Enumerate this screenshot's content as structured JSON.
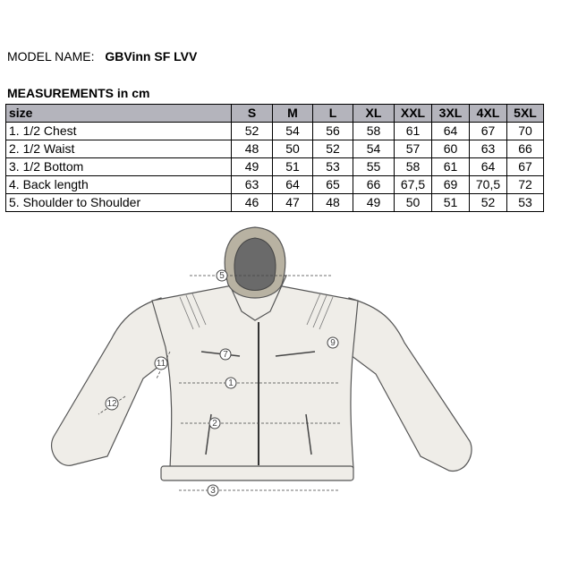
{
  "model": {
    "label": "MODEL NAME:",
    "value": "GBVinn SF LVV"
  },
  "measurements_title": "MEASUREMENTS in cm",
  "table": {
    "header": [
      "size",
      "S",
      "M",
      "L",
      "XL",
      "XXL",
      "3XL",
      "4XL",
      "5XL"
    ],
    "rows": [
      [
        "1. 1/2 Chest",
        "52",
        "54",
        "56",
        "58",
        "61",
        "64",
        "67",
        "70"
      ],
      [
        "2. 1/2 Waist",
        "48",
        "50",
        "52",
        "54",
        "57",
        "60",
        "63",
        "66"
      ],
      [
        "3. 1/2 Bottom",
        "49",
        "51",
        "53",
        "55",
        "58",
        "61",
        "64",
        "67"
      ],
      [
        "4. Back length",
        "63",
        "64",
        "65",
        "66",
        "67,5",
        "69",
        "70,5",
        "72"
      ],
      [
        "5. Shoulder to Shoulder",
        "46",
        "47",
        "48",
        "49",
        "50",
        "51",
        "52",
        "53"
      ]
    ]
  },
  "diagram": {
    "markers": [
      "1",
      "2",
      "3",
      "5",
      "7",
      "9",
      "11",
      "12"
    ]
  }
}
